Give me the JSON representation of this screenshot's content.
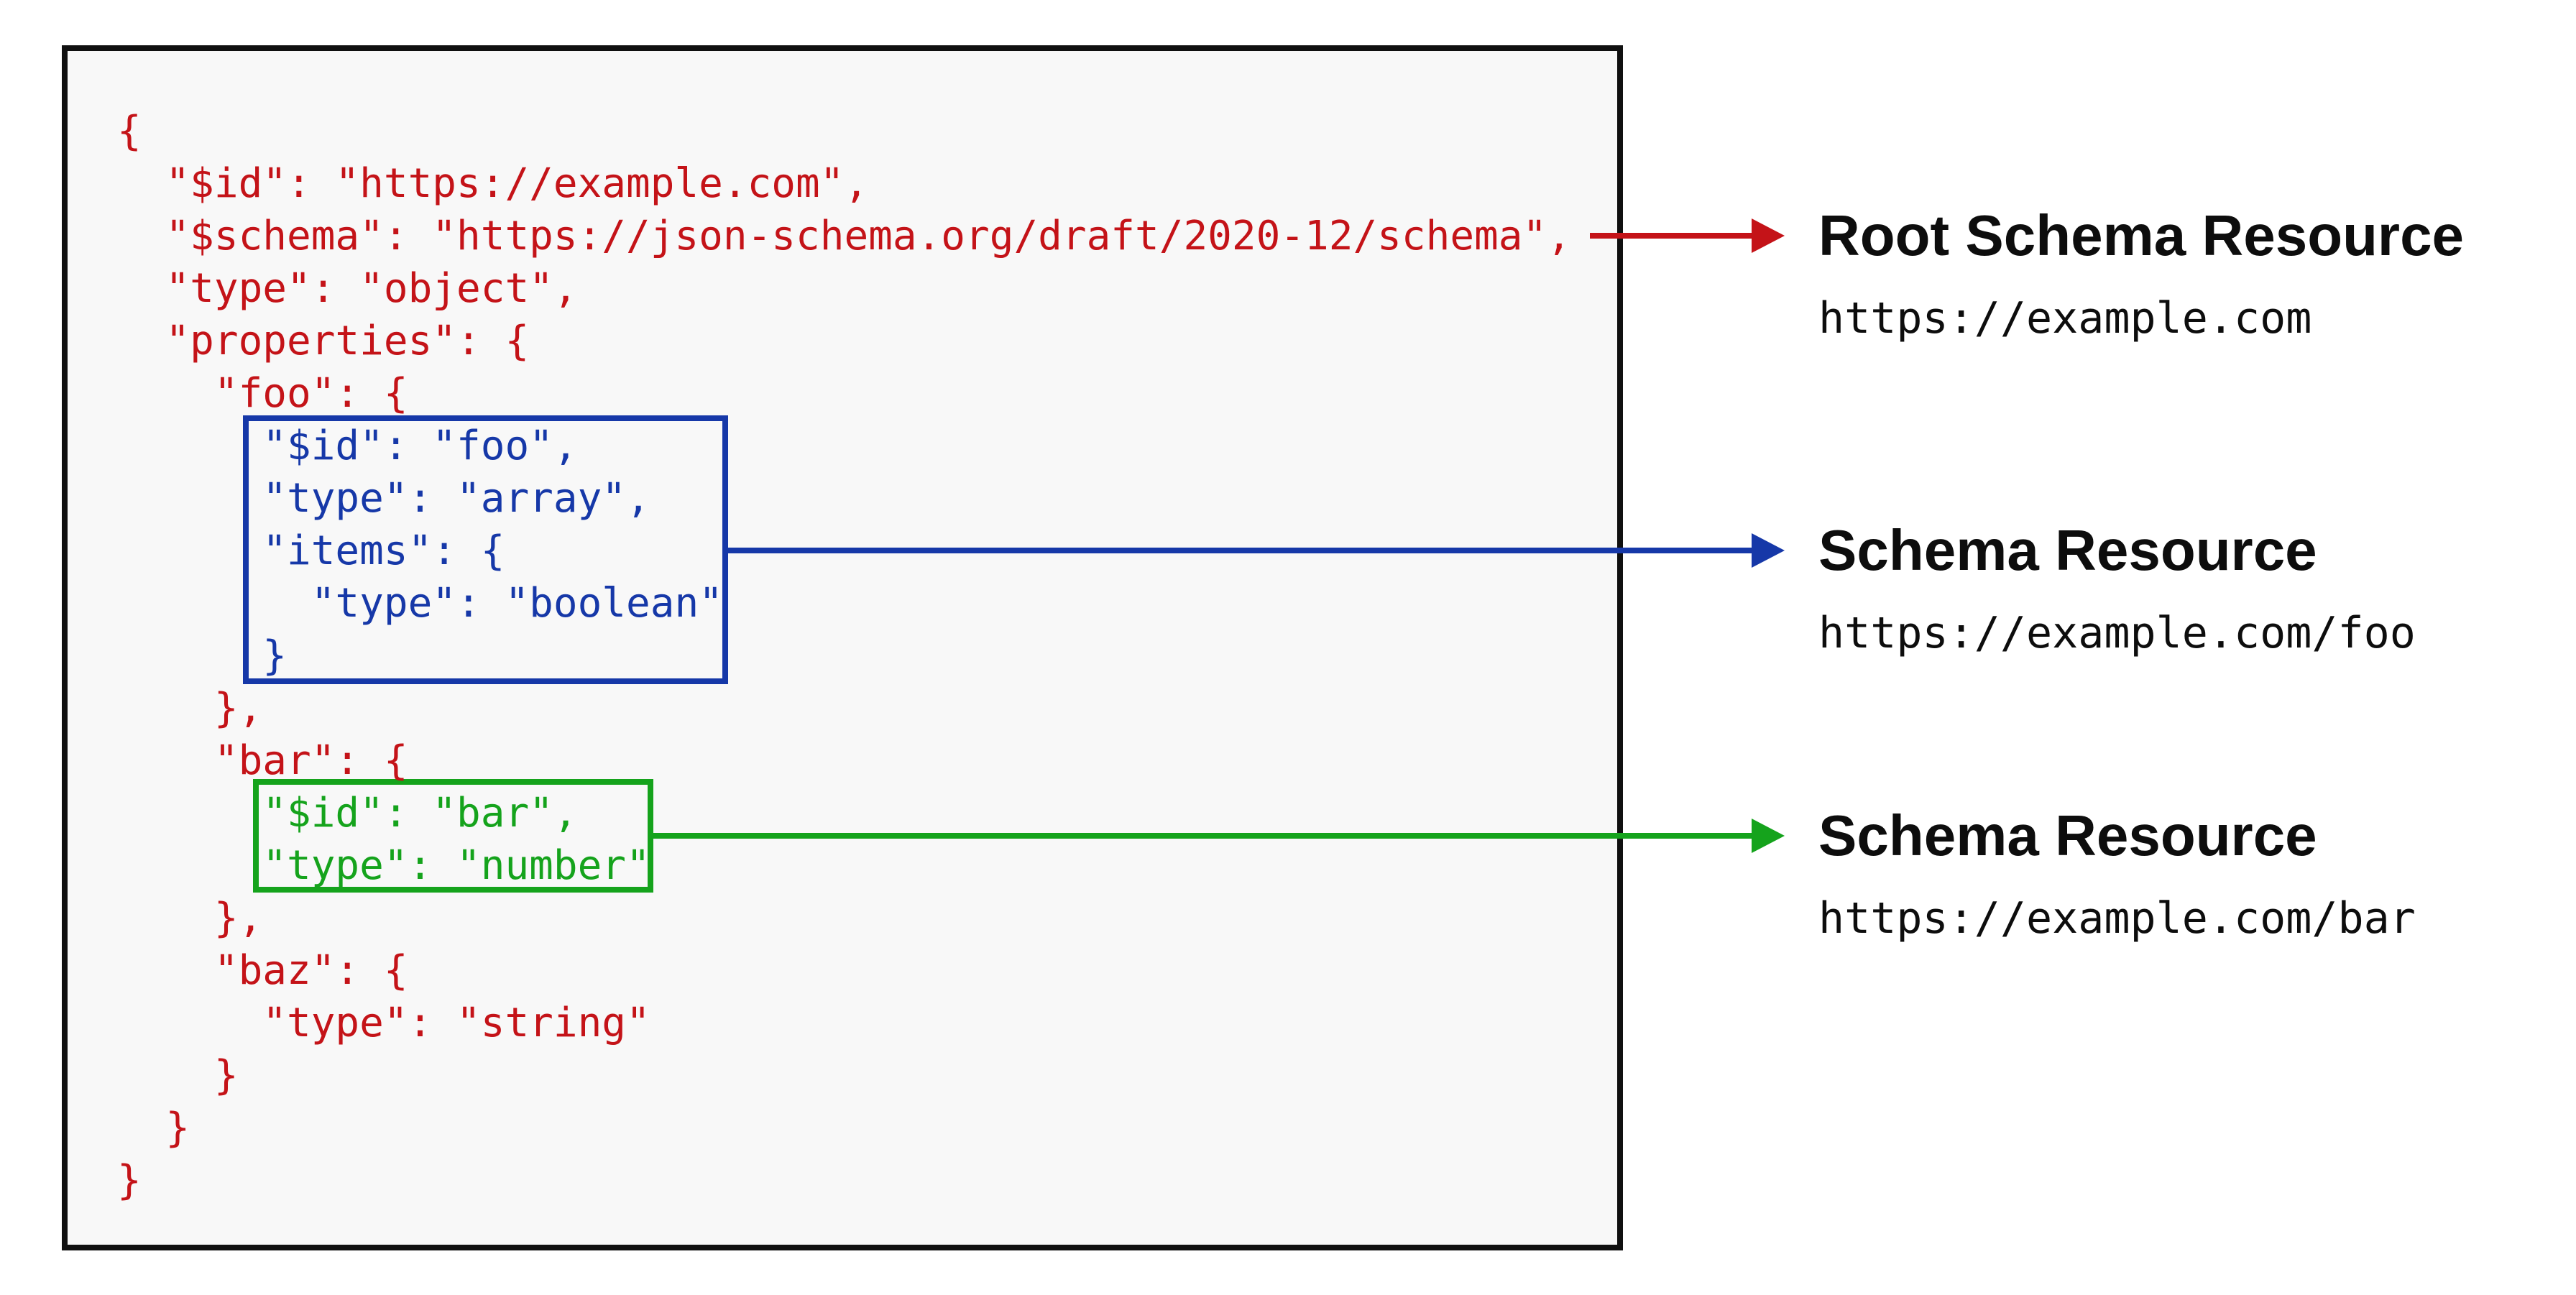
{
  "colors": {
    "red": "#c41318",
    "blue": "#1638a8",
    "green": "#15a31c",
    "ink": "#0d0d0d",
    "panel_bg": "#f8f8f8",
    "panel_border": "#101010"
  },
  "code": {
    "lines": [
      {
        "text": "{",
        "color": "red"
      },
      {
        "text": "  \"$id\": \"https://example.com\",",
        "color": "red"
      },
      {
        "text": "  \"$schema\": \"https://json-schema.org/draft/2020-12/schema\",",
        "color": "red"
      },
      {
        "text": "  \"type\": \"object\",",
        "color": "red"
      },
      {
        "text": "  \"properties\": {",
        "color": "red"
      },
      {
        "text": "    \"foo\": {",
        "color": "red"
      },
      {
        "text": "      \"$id\": \"foo\",",
        "color": "blue"
      },
      {
        "text": "      \"type\": \"array\",",
        "color": "blue"
      },
      {
        "text": "      \"items\": {",
        "color": "blue"
      },
      {
        "text": "        \"type\": \"boolean\"",
        "color": "blue"
      },
      {
        "text": "      }",
        "color": "blue"
      },
      {
        "text": "    },",
        "color": "red"
      },
      {
        "text": "    \"bar\": {",
        "color": "red"
      },
      {
        "text": "      \"$id\": \"bar\",",
        "color": "green"
      },
      {
        "text": "      \"type\": \"number\"",
        "color": "green"
      },
      {
        "text": "    },",
        "color": "red"
      },
      {
        "text": "    \"baz\": {",
        "color": "red"
      },
      {
        "text": "      \"type\": \"string\"",
        "color": "red"
      },
      {
        "text": "    }",
        "color": "red"
      },
      {
        "text": "  }",
        "color": "red"
      },
      {
        "text": "}",
        "color": "red"
      }
    ]
  },
  "annotations": [
    {
      "title": "Root Schema Resource",
      "url": "https://example.com",
      "color": "red"
    },
    {
      "title": "Schema Resource",
      "url": "https://example.com/foo",
      "color": "blue"
    },
    {
      "title": "Schema Resource",
      "url": "https://example.com/bar",
      "color": "green"
    }
  ]
}
